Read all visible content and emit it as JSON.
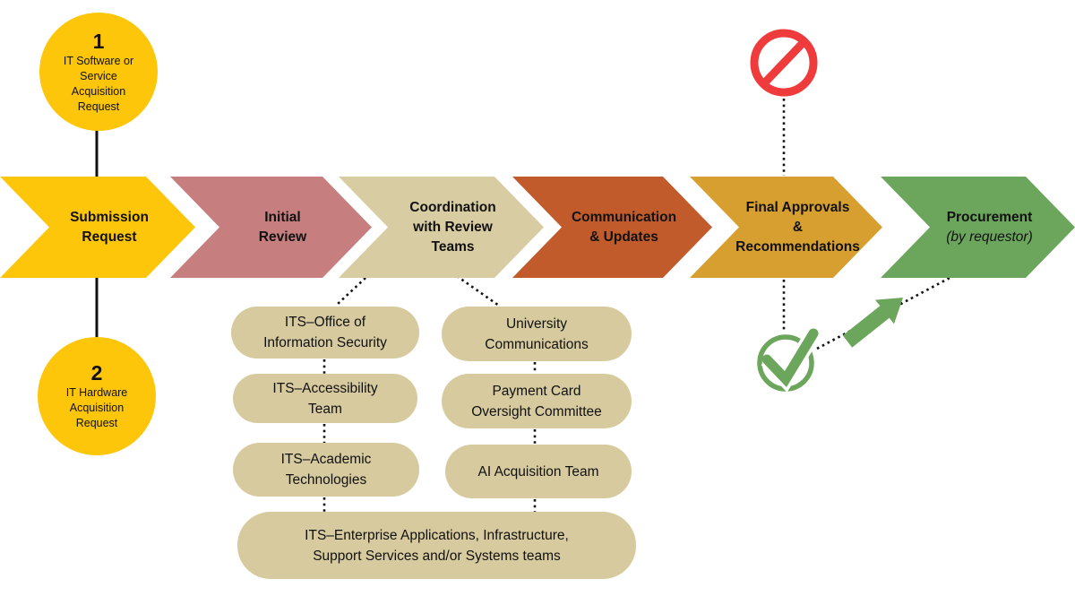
{
  "entry_points": {
    "circle1": {
      "number": "1",
      "lines": [
        "IT Software or",
        "Service",
        "Acquisition",
        "Request"
      ]
    },
    "circle2": {
      "number": "2",
      "lines": [
        "IT Hardware",
        "Acquisition",
        "Request"
      ]
    },
    "color": "#FDC60B"
  },
  "process_steps": [
    {
      "lines": [
        "Submission",
        "Request"
      ],
      "color": "#FDC60B"
    },
    {
      "lines": [
        "Initial",
        "Review"
      ],
      "color": "#C67E7E"
    },
    {
      "lines": [
        "Coordination",
        "with Review",
        "Teams"
      ],
      "color": "#D8CCA3"
    },
    {
      "lines": [
        "Communication",
        "& Updates"
      ],
      "color": "#C25B2C"
    },
    {
      "lines": [
        "Final Approvals",
        "&",
        "Recommendations"
      ],
      "color": "#D79F30"
    },
    {
      "lines": [
        "Procurement",
        "(by requestor)"
      ],
      "color": "#6CA65C"
    }
  ],
  "review_teams": {
    "pill_color": "#D6CA9E",
    "left_column": [
      {
        "lines": [
          "ITS–Office of",
          "Information Security"
        ]
      },
      {
        "lines": [
          "ITS–Accessibility",
          "Team"
        ]
      },
      {
        "lines": [
          "ITS–Academic",
          "Technologies"
        ]
      }
    ],
    "right_column": [
      {
        "lines": [
          "University",
          "Communications"
        ]
      },
      {
        "lines": [
          "Payment Card",
          "Oversight Committee"
        ]
      },
      {
        "lines": [
          "AI Acquisition Team"
        ]
      }
    ],
    "wide_pill": {
      "lines": [
        "ITS–Enterprise Applications, Infrastructure,",
        "Support Services and/or Systems teams"
      ]
    }
  },
  "icons": {
    "no_symbol_color": "#EF3B3B",
    "check_color": "#6CA65C",
    "arrow_color": "#6CA65C",
    "connector_color": "#111111"
  }
}
